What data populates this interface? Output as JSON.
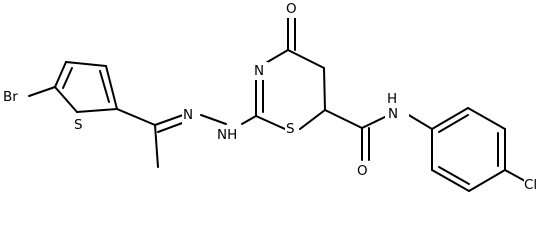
{
  "molecule": {
    "atoms": {
      "br": "Br",
      "s_thiophene": "S",
      "s_ring": "S",
      "n_imine": "N",
      "n_hydrazone_1": "N",
      "nh_hydrazone": "NH",
      "nh_hydrazone_h": "H",
      "o_ketone": "O",
      "o_amide": "O",
      "nh_amide": "NH",
      "nh_amide_h": "H",
      "cl": "Cl"
    }
  },
  "colors": {
    "bond": "#000000",
    "text": "#000000",
    "background": "#ffffff"
  }
}
